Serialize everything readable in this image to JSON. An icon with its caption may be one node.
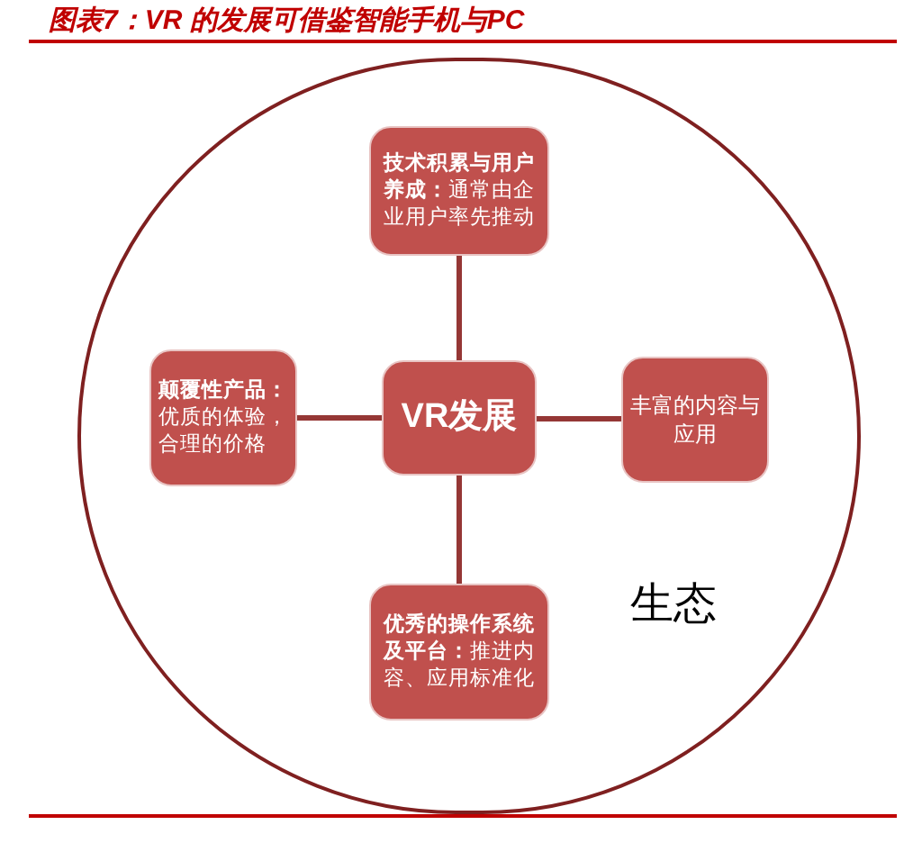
{
  "diagram": {
    "title": "图表7：VR 的发展可借鉴智能手机与PC",
    "nodes": [
      {
        "text": [
          "生态"
        ]
      },
      {
        "text": [
          "**技术积累与用户养成：**通常由企业用户率先推动"
        ],
        "in": 0
      },
      {
        "text": [
          "**颠覆性产品：**优质的体验，合理的价格"
        ],
        "in": 0
      },
      {
        "text": [
          "VR发展"
        ],
        "in": 0
      },
      {
        "text": [
          "丰富的内容与应用"
        ],
        "in": 0
      },
      {
        "text": [
          "**优秀的操作系统及平台：**推进内容、应用标准化"
        ],
        "in": 0
      }
    ],
    "edges": [
      {
        "from": 3,
        "to": 1,
        "arrow": "none"
      },
      {
        "from": 3,
        "to": 2,
        "arrow": "none"
      },
      {
        "from": 3,
        "to": 4,
        "arrow": "none"
      },
      {
        "from": 3,
        "to": 5,
        "arrow": "none"
      }
    ]
  }
}
